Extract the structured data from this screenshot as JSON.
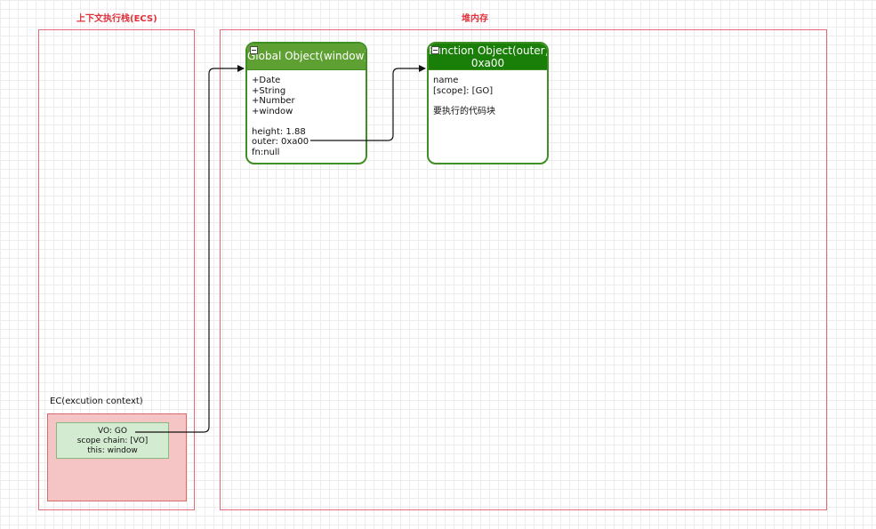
{
  "sections": {
    "stack_title": "上下文执行栈(ECS)",
    "heap_title": "堆内存"
  },
  "ec": {
    "label": "EC(excution context)",
    "vo": "VO: GO",
    "scope_chain": "scope chain: [VO]",
    "this": "this: window"
  },
  "global_object": {
    "title": "Global Object(window)",
    "members": [
      "+Date",
      "+String",
      "+Number",
      "+window",
      "",
      "height: 1.88",
      "outer: 0xa00",
      "fn:null"
    ]
  },
  "function_object": {
    "title_line1": "Function Object(outer)",
    "title_line2": "0xa00",
    "members": [
      "name",
      "[scope]: [GO]",
      "",
      "要执行的代码块"
    ]
  },
  "colors": {
    "lane_border": "#e06a78",
    "section_title": "#e0303a",
    "ec_fill": "#f5c4c4",
    "vo_fill": "#d3ebd0",
    "go_header": "#5ea132",
    "fo_header": "#1a7f08",
    "connector": "#111111"
  }
}
